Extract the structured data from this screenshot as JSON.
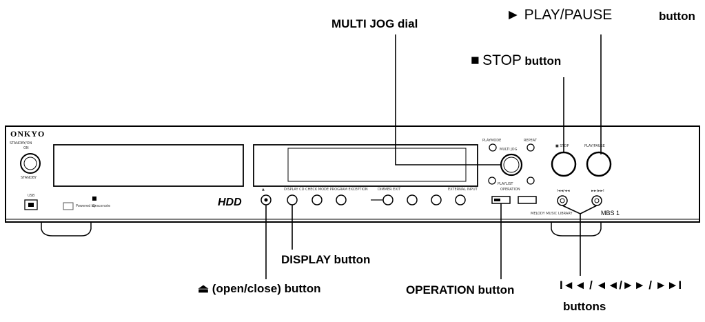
{
  "brand": "ONKYO",
  "panel": {
    "standby_label": "STANDBY/ON",
    "usb_label": "USB",
    "hdd_logo": "HDD",
    "model": "MBS 1",
    "brand_strip": "MELODY MUSIC LIBRARY"
  },
  "callouts": {
    "multi_jog": "MULTI JOG dial",
    "play_pause_symbol": "►",
    "play_pause_text": "PLAY/",
    "play_pause_pause": "PAUSE",
    "play_pause_button_word": "button",
    "stop_symbol": "■",
    "stop_text": "STOP",
    "stop_button_word": "button",
    "display": "DISPLAY button",
    "open_close": "⏏ (open/close) button",
    "operation": "OPERATION button",
    "skip_symbols": "I◄◄ / ◄◄/►► / ►►I",
    "skip_buttons_word": "buttons"
  }
}
